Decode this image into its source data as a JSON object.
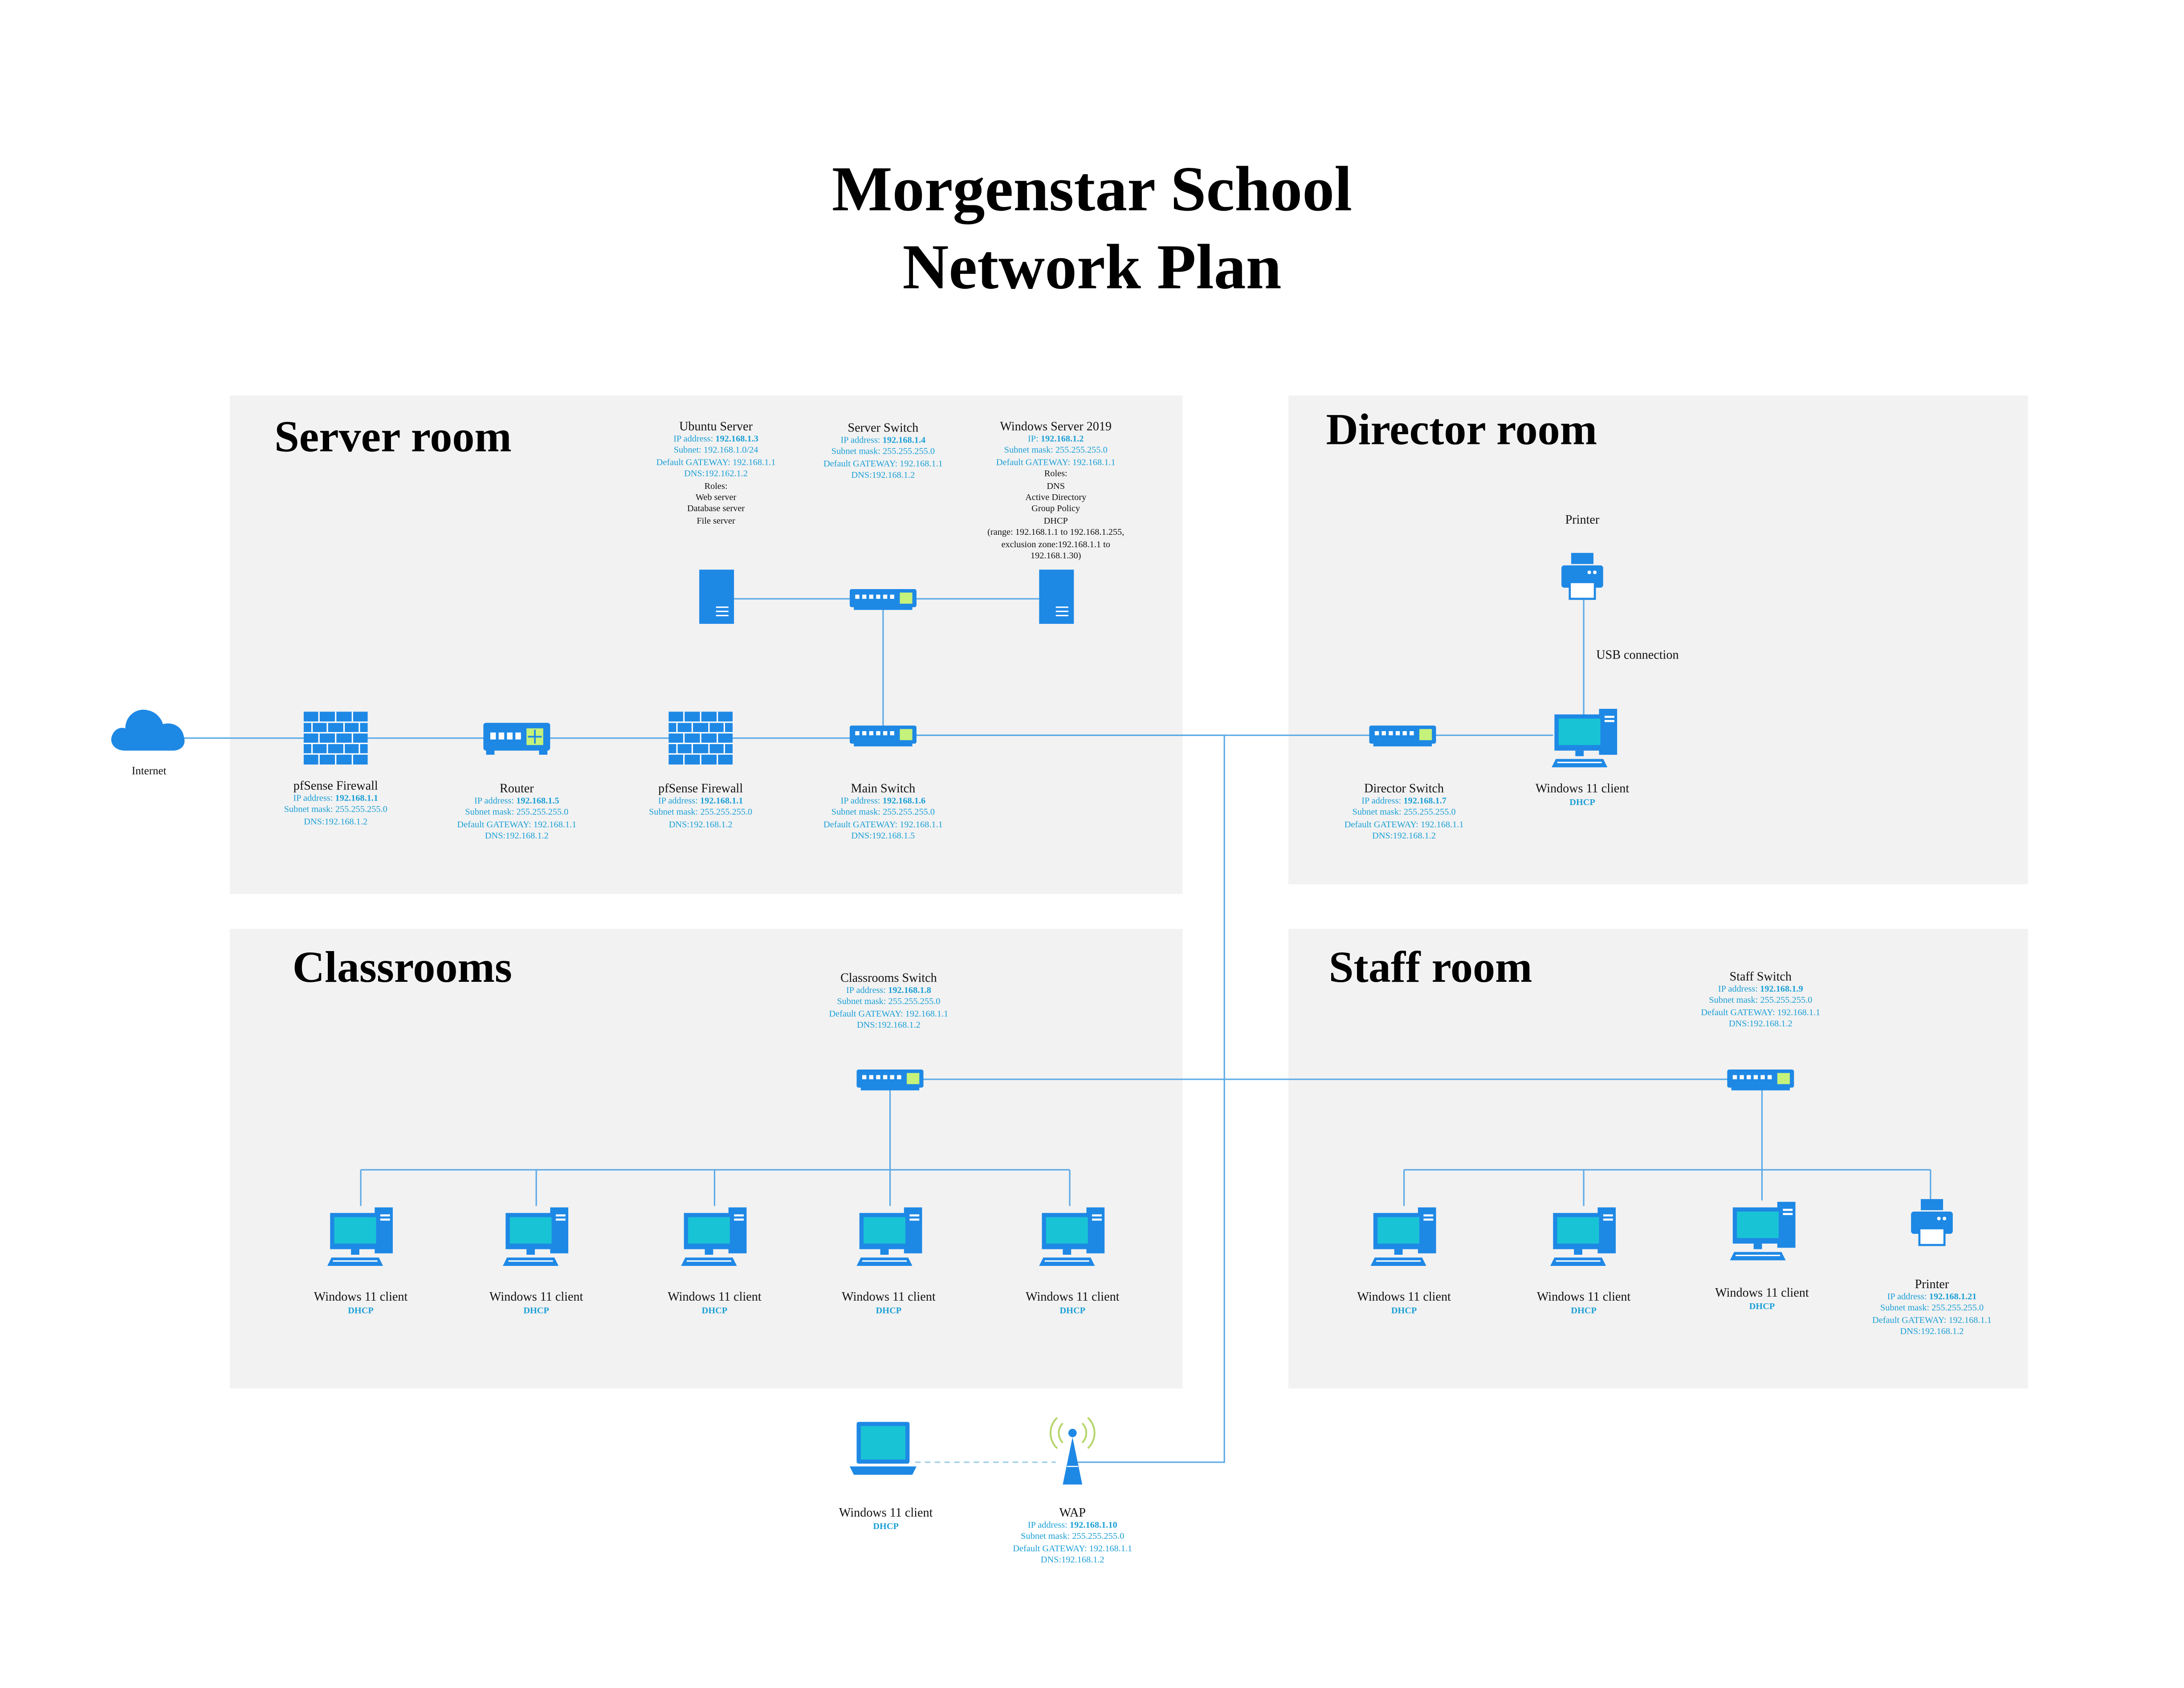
{
  "title": {
    "line1": "Morgenstar School",
    "line2": "Network Plan"
  },
  "rooms": {
    "server": "Server room",
    "director": "Director room",
    "classrooms": "Classrooms",
    "staff": "Staff room"
  },
  "colors": {
    "device": "#1e88e5",
    "screen": "#19c3d6",
    "line": "#5aa9e6",
    "panel": "#f2f2f2",
    "info_text": "#1b9fd6"
  },
  "internet": {
    "label": "Internet",
    "icon": "cloud-icon"
  },
  "server_room": {
    "fw1": {
      "name": "pfSense Firewall",
      "ip_prefix": "IP address: ",
      "ip": "192.168.1.1",
      "lines": [
        "Subnet mask: 255.255.255.0",
        "DNS:192.168.1.2"
      ]
    },
    "router": {
      "name": "Router",
      "ip_prefix": "IP address: ",
      "ip": "192.168.1.5",
      "lines": [
        "Subnet mask: 255.255.255.0",
        "Default GATEWAY: 192.168.1.1",
        "DNS:192.168.1.2"
      ]
    },
    "fw2": {
      "name": "pfSense Firewall",
      "ip_prefix": "IP address: ",
      "ip": "192.168.1.1",
      "lines": [
        "Subnet mask: 255.255.255.0",
        "DNS:192.168.1.2"
      ]
    },
    "main_switch": {
      "name": "Main Switch",
      "ip_prefix": "IP address: ",
      "ip": "192.168.1.6",
      "lines": [
        "Subnet mask: 255.255.255.0",
        "Default GATEWAY: 192.168.1.1",
        "DNS:192.168.1.5"
      ]
    },
    "ubuntu": {
      "name": "Ubuntu Server",
      "ip_prefix": "IP address: ",
      "ip": "192.168.1.3",
      "lines": [
        "Subnet: 192.168.1.0/24",
        "Default GATEWAY: 192.168.1.1",
        "DNS:192.162.1.2"
      ],
      "roles": [
        "Roles:",
        "Web server",
        "Database server",
        "File server"
      ]
    },
    "server_switch": {
      "name": "Server Switch",
      "ip_prefix": "IP address: ",
      "ip": "192.168.1.4",
      "lines": [
        "Subnet mask: 255.255.255.0",
        "Default GATEWAY: 192.168.1.1",
        "DNS:192.168.1.2"
      ]
    },
    "windows_server": {
      "name": "Windows Server 2019",
      "ip_prefix": "IP: ",
      "ip": "192.168.1.2",
      "lines": [
        "Subnet mask: 255.255.255.0",
        "Default GATEWAY: 192.168.1.1"
      ],
      "roles": [
        "Roles:",
        "DNS",
        "Active Directory",
        "Group Policy",
        "DHCP",
        "(range: 192.168.1.1 to 192.168.1.255,",
        "exclusion zone:192.168.1.1 to",
        "192.168.1.30)"
      ]
    }
  },
  "director_room": {
    "switch": {
      "name": "Director Switch",
      "ip_prefix": "IP address: ",
      "ip": "192.168.1.7",
      "lines": [
        "Subnet mask: 255.255.255.0",
        "Default GATEWAY: 192.168.1.1",
        "DNS:192.168.1.2"
      ]
    },
    "client": {
      "name": "Windows 11 client",
      "dhcp": "DHCP"
    },
    "printer": {
      "name": "Printer"
    },
    "usb": "USB connection"
  },
  "classrooms": {
    "switch": {
      "name": "Classrooms Switch",
      "ip_prefix": "IP address: ",
      "ip": "192.168.1.8",
      "lines": [
        "Subnet mask: 255.255.255.0",
        "Default GATEWAY: 192.168.1.1",
        "DNS:192.168.1.2"
      ]
    },
    "clients": [
      {
        "name": "Windows 11 client",
        "dhcp": "DHCP"
      },
      {
        "name": "Windows 11 client",
        "dhcp": "DHCP"
      },
      {
        "name": "Windows 11 client",
        "dhcp": "DHCP"
      },
      {
        "name": "Windows 11 client",
        "dhcp": "DHCP"
      },
      {
        "name": "Windows 11 client",
        "dhcp": "DHCP"
      }
    ]
  },
  "staff_room": {
    "switch": {
      "name": "Staff Switch",
      "ip_prefix": "IP address: ",
      "ip": "192.168.1.9",
      "lines": [
        "Subnet mask: 255.255.255.0",
        "Default GATEWAY: 192.168.1.1",
        "DNS:192.168.1.2"
      ]
    },
    "clients": [
      {
        "name": "Windows 11 client",
        "dhcp": "DHCP"
      },
      {
        "name": "Windows 11 client",
        "dhcp": "DHCP"
      },
      {
        "name": "Windows 11 client",
        "dhcp": "DHCP"
      }
    ],
    "printer": {
      "name": "Printer",
      "ip_prefix": "IP address: ",
      "ip": "192.168.1.21",
      "lines": [
        "Subnet mask: 255.255.255.0",
        "Default GATEWAY: 192.168.1.1",
        "DNS:192.168.1.2"
      ]
    }
  },
  "wireless": {
    "laptop": {
      "name": "Windows 11 client",
      "dhcp": "DHCP"
    },
    "wap": {
      "name": "WAP",
      "ip_prefix": "IP address: ",
      "ip": "192.168.1.10",
      "lines": [
        "Subnet mask: 255.255.255.0",
        "Default GATEWAY: 192.168.1.1",
        "DNS:192.168.1.2"
      ]
    }
  }
}
